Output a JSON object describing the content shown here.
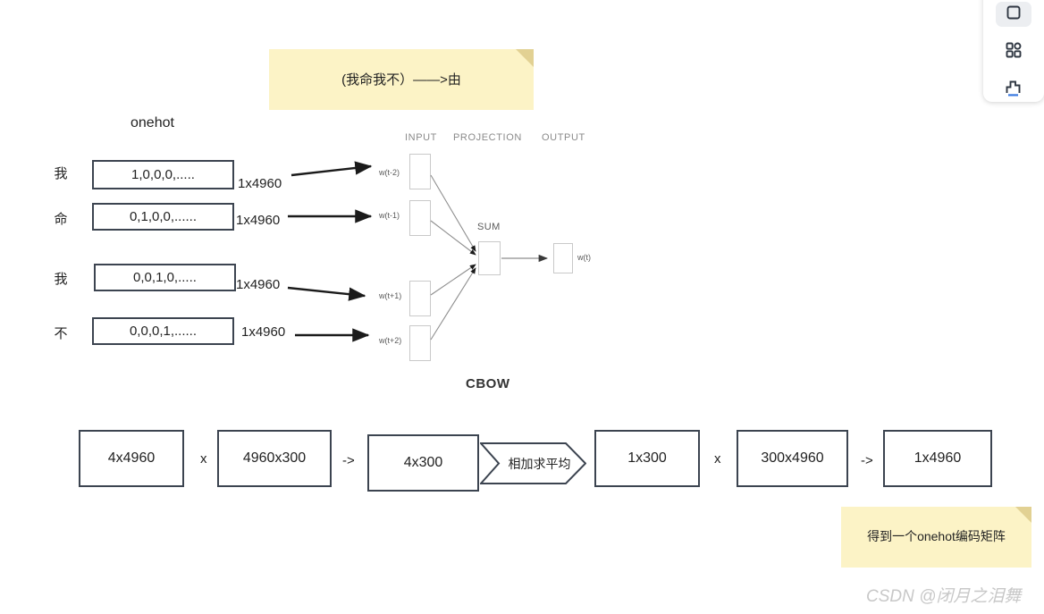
{
  "note_top": {
    "text": "(我命我不）——>由"
  },
  "note_bottom": {
    "text": "得到一个onehot编码矩阵"
  },
  "onehot": {
    "title": "onehot",
    "rows": [
      {
        "char": "我",
        "vector": "1,0,0,0,.....",
        "dim": "1x4960"
      },
      {
        "char": "命",
        "vector": "0,1,0,0,......",
        "dim": "1x4960"
      },
      {
        "char": "我",
        "vector": "0,0,1,0,.....",
        "dim": "1x4960"
      },
      {
        "char": "不",
        "vector": "0,0,0,1,......",
        "dim": "1x4960"
      }
    ]
  },
  "network": {
    "headers": [
      "INPUT",
      "PROJECTION",
      "OUTPUT"
    ],
    "inputs": [
      "w(t-2)",
      "w(t-1)",
      "w(t+1)",
      "w(t+2)"
    ],
    "sum_label": "SUM",
    "output": "w(t)",
    "title": "CBOW"
  },
  "matrix_chain": {
    "items": [
      {
        "type": "box",
        "label": "4x4960"
      },
      {
        "type": "op",
        "label": "x"
      },
      {
        "type": "box",
        "label": "4960x300"
      },
      {
        "type": "op",
        "label": "->"
      },
      {
        "type": "box",
        "label": "4x300"
      },
      {
        "type": "chevron",
        "label": "相加求平均"
      },
      {
        "type": "box",
        "label": "1x300"
      },
      {
        "type": "op",
        "label": "x"
      },
      {
        "type": "box",
        "label": "300x4960"
      },
      {
        "type": "op",
        "label": "->"
      },
      {
        "type": "box",
        "label": "1x4960"
      }
    ]
  },
  "watermark": {
    "text": "CSDN @闭月之泪舞"
  },
  "toolbar": {
    "buttons": [
      {
        "icon": "rounded-square-icon",
        "active": true
      },
      {
        "icon": "apps-grid-icon",
        "active": false
      },
      {
        "icon": "bar-chart-icon",
        "active": false
      }
    ],
    "accent": "#3b7ae0"
  }
}
